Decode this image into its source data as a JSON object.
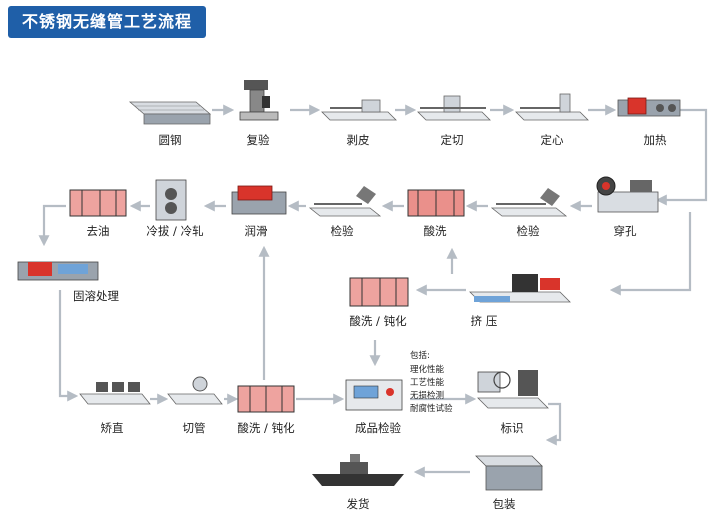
{
  "title": "不锈钢无缝管工艺流程",
  "steps": {
    "round_steel": "圆钢",
    "reinspect": "复验",
    "peeling": "剥皮",
    "cut_length": "定切",
    "centering": "定心",
    "heating": "加热",
    "piercing": "穿孔",
    "inspect_1": "检验",
    "pickling_1": "酸洗",
    "inspect_2": "检验",
    "lubricate": "润滑",
    "cold_draw_roll": "冷拔 / 冷轧",
    "degrease": "去油",
    "solution_treat": "固溶处理",
    "extrude": "挤 压",
    "pickle_passivate_1": "酸洗 / 钝化",
    "straighten": "矫直",
    "cut_pipe": "切管",
    "pickle_passivate_2": "酸洗 / 钝化",
    "final_inspect": "成品检验",
    "marking": "标识",
    "packaging": "包装",
    "shipping": "发货"
  },
  "inspection_notes": {
    "heading": "包括:",
    "items": [
      "理化性能",
      "工艺性能",
      "无损检测",
      "耐腐性试验"
    ]
  },
  "colors": {
    "title_bg": "#1f5fa8",
    "arrow": "#b5bcc4",
    "heat": "#d9342b"
  }
}
